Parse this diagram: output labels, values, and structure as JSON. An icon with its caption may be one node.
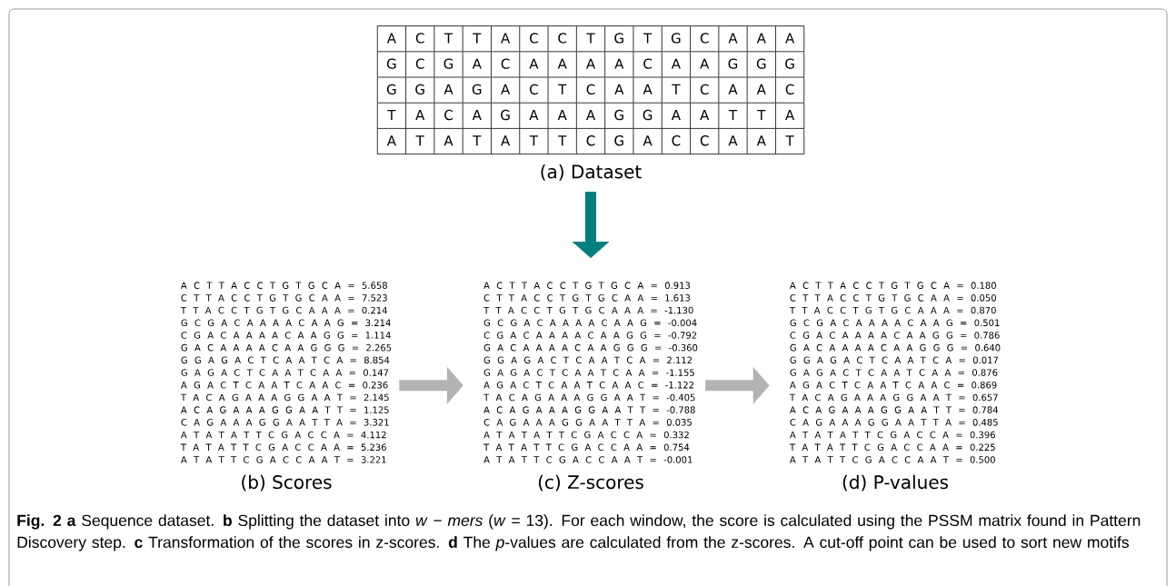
{
  "diagram": {
    "caption": "**Fig. 2 a** Sequence dataset. **b** Splitting the dataset into *w* − *mers* (*w* = 13). For each window, the score is calculated using the PSSM matrix found in Pattern Discovery step. **c** Transformation of the scores in z-scores. **d** The *p*-values are calculated from the z-scores. A cut-off point can be used to sort new motifs",
    "nodes": [
      {
        "text": [
          "(a) Dataset"
        ]
      },
      {
        "text": [
          "A C T T A C C T G T G C A = 5.658",
          "C T T A C C T G T G C A A = 7.523",
          "T T A C C T G T G C A A A = 0.214",
          "G C G A C A A A A C A A G = 3.214",
          "C G A C A A A A C A A G G = 1.114",
          "G A C A A A A C A A G G G = 2.265",
          "G G A G A C T C A A T C A = 8.854",
          "G A G A C T C A A T C A A = 0.147",
          "A G A C T C A A T C A A C = 0.236",
          "T A C A G A A A G G A A T = 2.145",
          "A C A G A A A G G A A T T = 1.125",
          "C A G A A A G G A A T T A = 3.321",
          "A T A T A T T C G A C C A = 4.112",
          "T A T A T T C G A C C A A = 5.236",
          "A T A T T C G A C C A A T = 3.221",
          "(b) Scores"
        ]
      },
      {
        "text": [
          "A C T T A C C T G T G C A = 0.913",
          "C T T A C C T G T G C A A = 1.613",
          "T T A C C T G T G C A A A = -1.130",
          "G C G A C A A A A C A A G = -0.004",
          "C G A C A A A A C A A G G = -0.792",
          "G A C A A A A C A A G G G = -0.360",
          "G G A G A C T C A A T C A = 2.112",
          "G A G A C T C A A T C A A = -1.155",
          "A G A C T C A A T C A A C = -1.122",
          "T A C A G A A A G G A A T = -0.405",
          "A C A G A A A G G A A T T = -0.788",
          "C A G A A A G G A A T T A = 0.035",
          "A T A T A T T C G A C C A = 0.332",
          "T A T A T T C G A C C A A = 0.754",
          "A T A T T C G A C C A A T = -0.001",
          "(c) Z-scores"
        ]
      },
      {
        "text": [
          "A C T T A C C T G T G C A = 0.180",
          "C T T A C C T G T G C A A = 0.050",
          "T T A C C T G T G C A A A = 0.870",
          "G C G A C A A A A C A A G = 0.501",
          "C G A C A A A A C A A G G = 0.786",
          "G A C A A A A C A A G G G = 0.640",
          "G G A G A C T C A A T C A = 0.017",
          "G A G A C T C A A T C A A = 0.876",
          "A G A C T C A A T C A A C = 0.869",
          "T A C A G A A A G G A A T = 0.657",
          "A C A G A A A G G A A T T = 0.784",
          "C A G A A A G G A A T T A = 0.485",
          "A T A T A T T C G A C C A = 0.396",
          "T A T A T T C G A C C A A = 0.225",
          "A T A T T C G A C C A A T = 0.500",
          "(d) P-values"
        ]
      }
    ],
    "edges": [
      {
        "from": 0,
        "to": null,
        "arrow": "to",
        "color": "#00807f"
      },
      {
        "from": 1,
        "to": 2,
        "arrow": "to"
      },
      {
        "from": 2,
        "to": 3,
        "arrow": "to"
      }
    ],
    "labels": [
      "A",
      "C",
      "T",
      "T",
      "A",
      "C",
      "C",
      "T",
      "G",
      "T",
      "G",
      "C",
      "A",
      "A",
      "A",
      "G",
      "C",
      "G",
      "A",
      "C",
      "A",
      "A",
      "A",
      "A",
      "C",
      "A",
      "A",
      "G",
      "G",
      "G",
      "G",
      "G",
      "A",
      "G",
      "A",
      "C",
      "T",
      "C",
      "A",
      "A",
      "T",
      "C",
      "A",
      "A",
      "C",
      "T",
      "A",
      "C",
      "A",
      "G",
      "A",
      "A",
      "A",
      "G",
      "G",
      "A",
      "A",
      "T",
      "T",
      "A",
      "A",
      "T",
      "A",
      "T",
      "A",
      "T",
      "T",
      "C",
      "G",
      "A",
      "C",
      "C",
      "A",
      "A",
      "T"
    ]
  }
}
